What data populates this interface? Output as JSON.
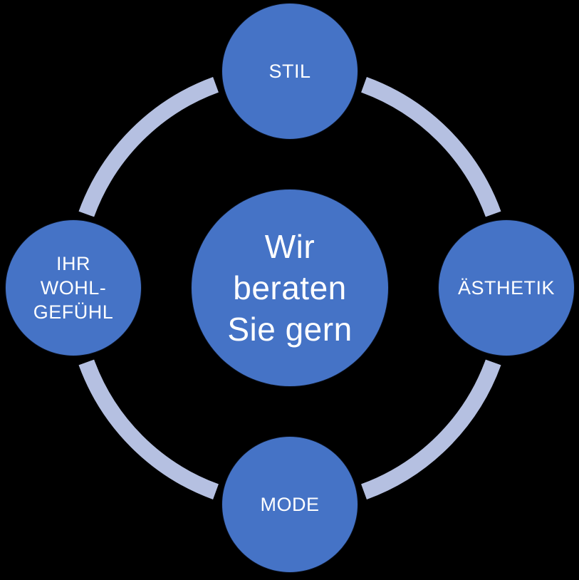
{
  "diagram": {
    "center": {
      "lines": [
        "Wir",
        "beraten",
        "Sie gern"
      ]
    },
    "nodes": {
      "top": {
        "label": "STIL"
      },
      "right": {
        "label": "ÄSTHETIK"
      },
      "bottom": {
        "label": "MODE"
      },
      "left": {
        "lines": [
          "IHR",
          "WOHL-",
          "GEFÜHL"
        ]
      }
    }
  },
  "colors": {
    "node_fill": "#4573c6",
    "ring": "#b5c0e1",
    "text": "#ffffff",
    "background": "#000000"
  }
}
